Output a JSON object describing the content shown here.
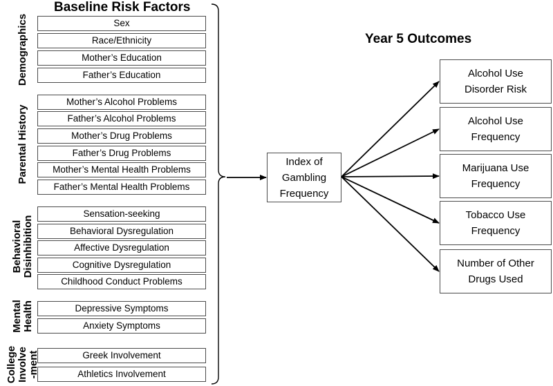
{
  "left_title": "Baseline Risk Factors",
  "right_title": "Year 5 Outcomes",
  "groups": [
    {
      "label": "Demographics",
      "items": [
        "Sex",
        "Race/Ethnicity",
        "Mother’s Education",
        "Father’s Education"
      ]
    },
    {
      "label": "Parental History",
      "items": [
        "Mother’s Alcohol Problems",
        "Father’s Alcohol Problems",
        "Mother’s Drug Problems",
        "Father’s Drug Problems",
        "Mother’s Mental Health Problems",
        "Father’s Mental Health Problems"
      ]
    },
    {
      "label": "Behavioral\nDisinhibition",
      "items": [
        "Sensation-seeking",
        "Behavioral Dysregulation",
        "Affective Dysregulation",
        "Cognitive Dysregulation",
        "Childhood Conduct Problems"
      ]
    },
    {
      "label": "Mental\nHealth",
      "items": [
        "Depressive Symptoms",
        "Anxiety Symptoms"
      ]
    },
    {
      "label": "College\nInvolve\n-ment",
      "items": [
        "Greek Involvement",
        "Athletics Involvement"
      ]
    }
  ],
  "center": {
    "label": "Index of\nGambling\nFrequency"
  },
  "outcomes": [
    "Alcohol Use\nDisorder Risk",
    "Alcohol Use\nFrequency",
    "Marijuana Use\nFrequency",
    "Tobacco Use\nFrequency",
    "Number of Other\nDrugs Used"
  ],
  "colors": {
    "line": "#000000",
    "box_border": "#4a4a4a",
    "background": "#ffffff"
  }
}
